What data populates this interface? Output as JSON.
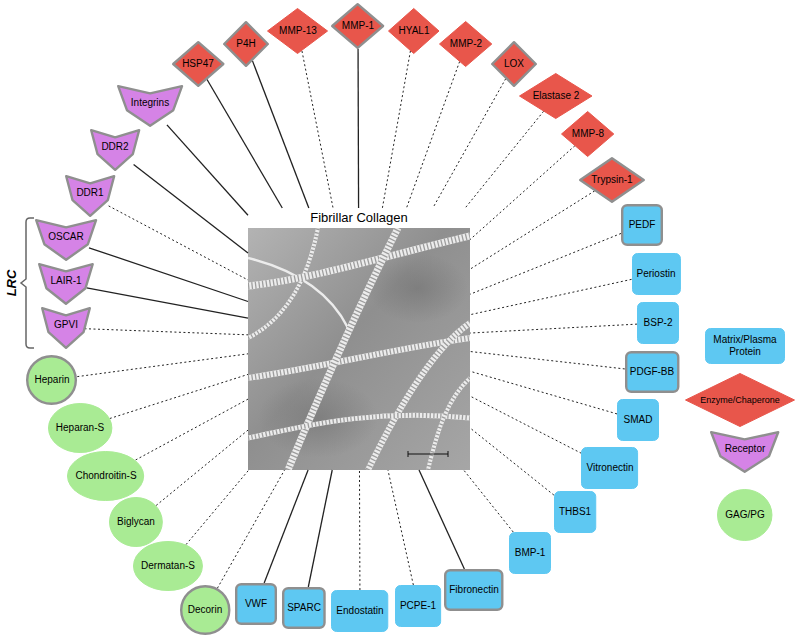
{
  "diagram": {
    "nodes": [
      {
        "text": [
          "Fibrillar Collagen"
        ]
      },
      {
        "text": [
          "HSP47"
        ]
      },
      {
        "text": [
          "P4H"
        ]
      },
      {
        "text": [
          "MMP-13"
        ]
      },
      {
        "text": [
          "MMP-1"
        ]
      },
      {
        "text": [
          "HYAL1"
        ]
      },
      {
        "text": [
          "MMP-2"
        ]
      },
      {
        "text": [
          "LOX"
        ]
      },
      {
        "text": [
          "Elastase 2"
        ]
      },
      {
        "text": [
          "MMP-8"
        ]
      },
      {
        "text": [
          "Trypsin-1"
        ]
      },
      {
        "text": [
          "PEDF"
        ]
      },
      {
        "text": [
          "Periostin"
        ]
      },
      {
        "text": [
          "BSP-2"
        ]
      },
      {
        "text": [
          "PDGF-BB"
        ]
      },
      {
        "text": [
          "SMAD"
        ]
      },
      {
        "text": [
          "Vitronectin"
        ]
      },
      {
        "text": [
          "THBS1"
        ]
      },
      {
        "text": [
          "BMP-1"
        ]
      },
      {
        "text": [
          "Fibronectin"
        ]
      },
      {
        "text": [
          "PCPE-1"
        ]
      },
      {
        "text": [
          "Endostatin"
        ]
      },
      {
        "text": [
          "SPARC"
        ]
      },
      {
        "text": [
          "VWF"
        ]
      },
      {
        "text": [
          "Decorin"
        ]
      },
      {
        "text": [
          "Dermatan-S"
        ]
      },
      {
        "text": [
          "Biglycan"
        ]
      },
      {
        "text": [
          "Chondroitin-S"
        ]
      },
      {
        "text": [
          "Heparan-S"
        ]
      },
      {
        "text": [
          "Heparin"
        ]
      },
      {
        "text": [
          "GPVI"
        ]
      },
      {
        "text": [
          "LAIR-1"
        ]
      },
      {
        "text": [
          "OSCAR"
        ]
      },
      {
        "text": [
          "DDR1"
        ]
      },
      {
        "text": [
          "DDR2"
        ]
      },
      {
        "text": [
          "Integrins"
        ]
      }
    ],
    "edges": [
      {
        "from": 1,
        "to": 0,
        "arrow": "none"
      },
      {
        "from": 2,
        "to": 0,
        "arrow": "none"
      },
      {
        "from": 3,
        "to": 0,
        "arrow": "none"
      },
      {
        "from": 4,
        "to": 0,
        "arrow": "none"
      },
      {
        "from": 5,
        "to": 0,
        "arrow": "none"
      },
      {
        "from": 6,
        "to": 0,
        "arrow": "none"
      },
      {
        "from": 7,
        "to": 0,
        "arrow": "none"
      },
      {
        "from": 8,
        "to": 0,
        "arrow": "none"
      },
      {
        "from": 9,
        "to": 0,
        "arrow": "none"
      },
      {
        "from": 10,
        "to": 0,
        "arrow": "none"
      },
      {
        "from": 11,
        "to": 0,
        "arrow": "none"
      },
      {
        "from": 12,
        "to": 0,
        "arrow": "none"
      },
      {
        "from": 13,
        "to": 0,
        "arrow": "none"
      },
      {
        "from": 14,
        "to": 0,
        "arrow": "none"
      },
      {
        "from": 15,
        "to": 0,
        "arrow": "none"
      },
      {
        "from": 16,
        "to": 0,
        "arrow": "none"
      },
      {
        "from": 17,
        "to": 0,
        "arrow": "none"
      },
      {
        "from": 18,
        "to": 0,
        "arrow": "none"
      },
      {
        "from": 19,
        "to": 0,
        "arrow": "none"
      },
      {
        "from": 20,
        "to": 0,
        "arrow": "none"
      },
      {
        "from": 21,
        "to": 0,
        "arrow": "none"
      },
      {
        "from": 22,
        "to": 0,
        "arrow": "none"
      },
      {
        "from": 23,
        "to": 0,
        "arrow": "none"
      },
      {
        "from": 24,
        "to": 0,
        "arrow": "none"
      },
      {
        "from": 25,
        "to": 0,
        "arrow": "none"
      },
      {
        "from": 26,
        "to": 0,
        "arrow": "none"
      },
      {
        "from": 27,
        "to": 0,
        "arrow": "none"
      },
      {
        "from": 28,
        "to": 0,
        "arrow": "none"
      },
      {
        "from": 29,
        "to": 0,
        "arrow": "none"
      },
      {
        "from": 30,
        "to": 0,
        "arrow": "none"
      },
      {
        "from": 31,
        "to": 0,
        "arrow": "none"
      },
      {
        "from": 32,
        "to": 0,
        "arrow": "none"
      },
      {
        "from": 33,
        "to": 0,
        "arrow": "none"
      },
      {
        "from": 34,
        "to": 0,
        "arrow": "none"
      },
      {
        "from": 35,
        "to": 0,
        "arrow": "none"
      }
    ],
    "labels": [
      "LRC"
    ],
    "legend": [
      {
        "text": "Matrix/Plasma Protein",
        "color": "#5ec8f2"
      },
      {
        "text": "Enzyme/Chaperone",
        "color": "#e8564b"
      },
      {
        "text": "Receptor",
        "color": "#d583e6"
      },
      {
        "text": "GAG/PG",
        "color": "#a9eb94"
      }
    ]
  }
}
